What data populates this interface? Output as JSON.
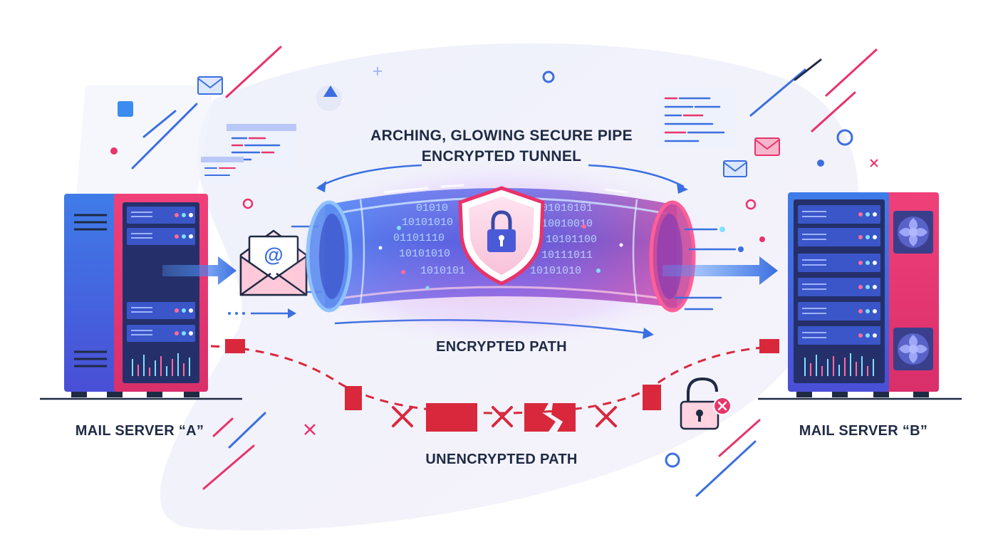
{
  "diagram": {
    "tunnel_title": [
      "ARCHING, GLOWING SECURE PIPE",
      "ENCRYPTED TUNNEL"
    ],
    "encrypted_path_label": "ENCRYPTED PATH",
    "unencrypted_path_label": "UNENCRYPTED PATH",
    "server_a_label": "MAIL SERVER “A”",
    "server_b_label": "MAIL SERVER “B”",
    "binary_lines": [
      "01010",
      "10101010",
      "01101110",
      "10101010",
      "1010101",
      "01010101",
      "10010010",
      "10101100",
      "10111011",
      "10101010"
    ],
    "envelope_glyph": "@"
  },
  "colors": {
    "blue": "#3b6fe0",
    "pink": "#e8336b",
    "red": "#d9283c",
    "navy": "#1f2a44",
    "tunnel_purple": "#7a5cf0"
  }
}
